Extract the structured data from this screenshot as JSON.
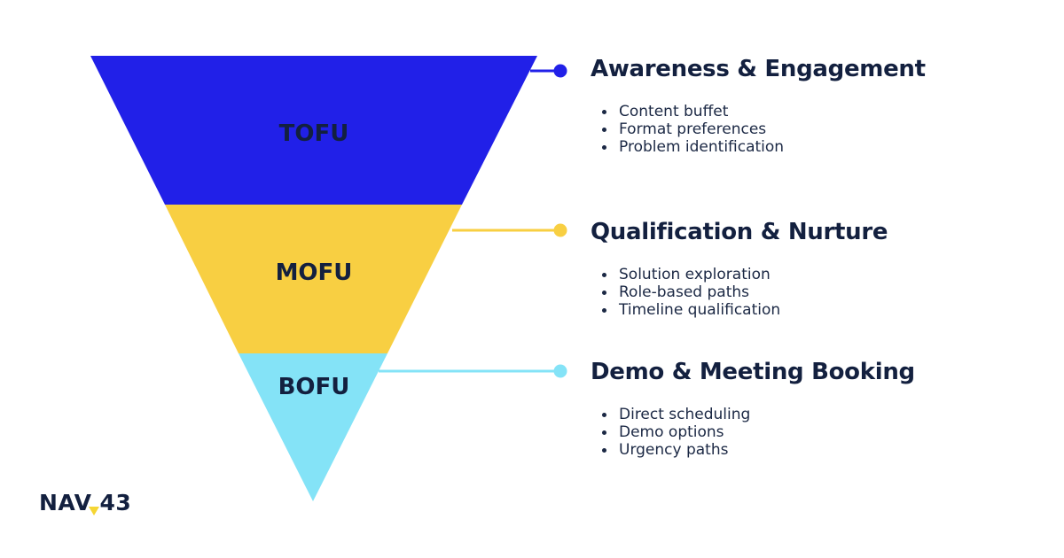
{
  "colors": {
    "tofu": "#2120e8",
    "mofu": "#f8cf42",
    "bofu": "#84e3f7",
    "text": "#13203f",
    "logo_accent": "#f5d634"
  },
  "funnel": [
    {
      "label": "TOFU",
      "color": "#2120e8",
      "title": "Awareness & Engagement",
      "bullets": [
        "Content buffet",
        "Format preferences",
        "Problem identification"
      ]
    },
    {
      "label": "MOFU",
      "color": "#f8cf42",
      "title": "Qualification & Nurture",
      "bullets": [
        "Solution exploration",
        "Role-based paths",
        "Timeline qualification"
      ]
    },
    {
      "label": "BOFU",
      "color": "#84e3f7",
      "title": "Demo & Meeting Booking",
      "bullets": [
        "Direct scheduling",
        "Demo options",
        "Urgency paths"
      ]
    }
  ],
  "logo": {
    "left": "NAV",
    "right": "43"
  }
}
